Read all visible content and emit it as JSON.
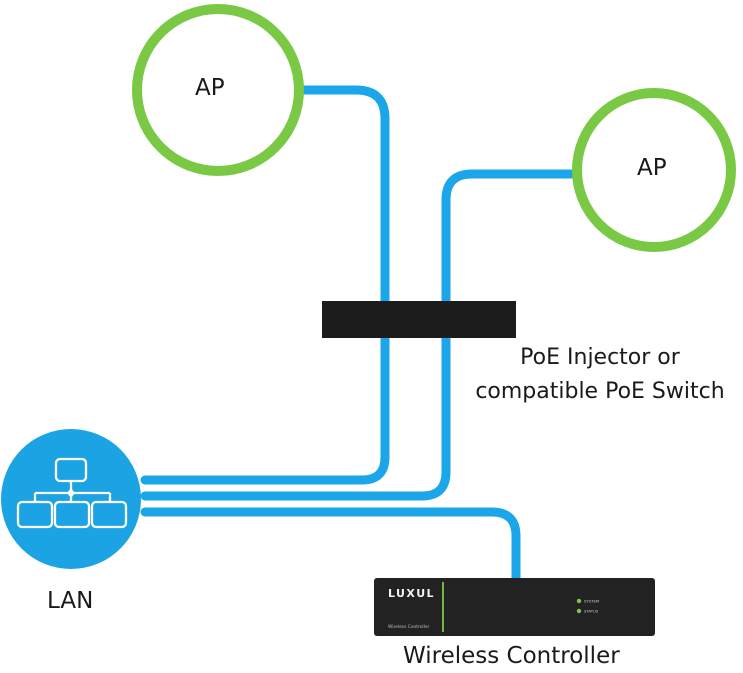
{
  "labels": {
    "ap_top": "AP",
    "ap_right": "AP",
    "switch_line1": "PoE Injector or",
    "switch_line2": "compatible PoE Switch",
    "lan": "LAN",
    "controller": "Wireless Controller"
  },
  "device": {
    "brand": "LUXUL",
    "name": "Wireless Controller",
    "led_labels": [
      "SYSTEM",
      "STATUS"
    ]
  },
  "colors": {
    "cable": "#1CA6EA",
    "ap_ring": "#79C944",
    "lan_fill": "#1BA3E3",
    "switch_body": "#1c1c1c",
    "controller_body": "#222222",
    "controller_accent": "#79C944",
    "text": "#1a1a1a"
  },
  "icons": {
    "lan": "network-topology-icon",
    "controller": "rack-controller-icon"
  }
}
